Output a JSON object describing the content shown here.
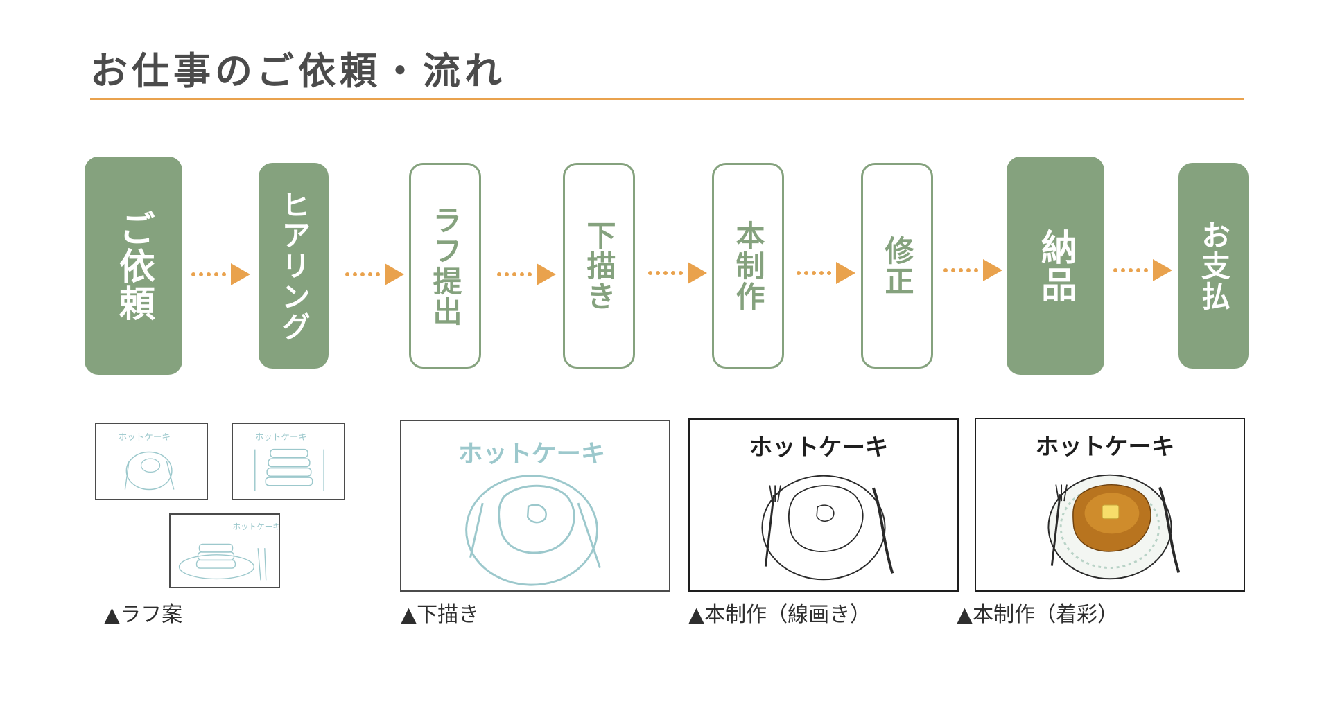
{
  "title": "お仕事のご依頼・流れ",
  "colors": {
    "accent_green": "#85a27e",
    "arrow_orange": "#e9a24d",
    "sketch_blue": "#9cc8cc",
    "pancake_brown": "#b8741f"
  },
  "steps": [
    {
      "label": "ご依頼",
      "style": "filled"
    },
    {
      "label": "ヒアリング",
      "style": "filled"
    },
    {
      "label": "ラフ提出",
      "style": "outlined"
    },
    {
      "label": "下描き",
      "style": "outlined"
    },
    {
      "label": "本制作",
      "style": "outlined"
    },
    {
      "label": "修正",
      "style": "outlined"
    },
    {
      "label": "納品",
      "style": "filled"
    },
    {
      "label": "お支払",
      "style": "filled"
    }
  ],
  "samples": {
    "artwork_text": "ホットケーキ",
    "rough_small_text": "ホットケーキ"
  },
  "captions": {
    "rough": "▲ラフ案",
    "sketch": "▲下描き",
    "lineart": "▲本制作（線画き）",
    "color": "▲本制作（着彩）"
  }
}
